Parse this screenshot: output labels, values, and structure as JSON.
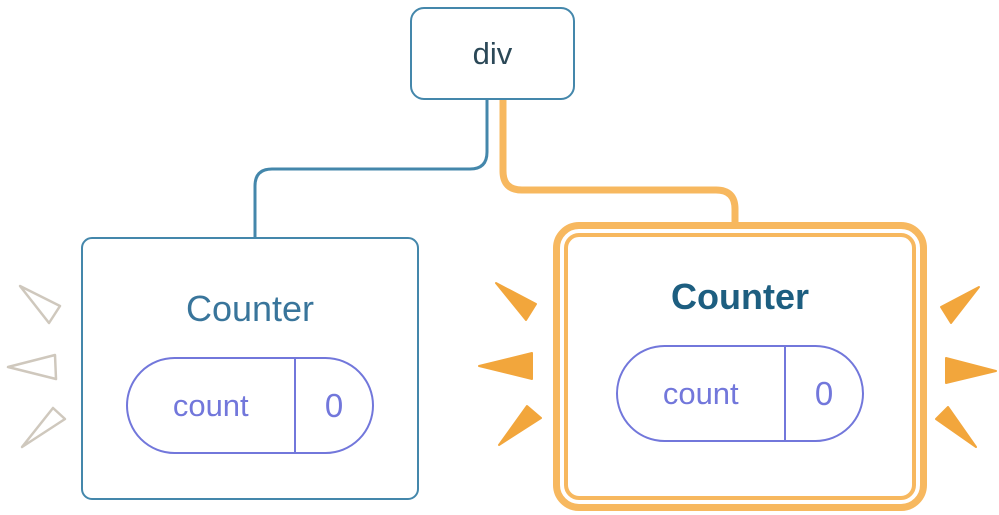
{
  "diagram": {
    "root": {
      "label": "div"
    },
    "counters": [
      {
        "title": "Counter",
        "highlighted": false,
        "state": {
          "key": "count",
          "value": "0"
        }
      },
      {
        "title": "Counter",
        "highlighted": true,
        "state": {
          "key": "count",
          "value": "0"
        }
      }
    ]
  },
  "colors": {
    "blue": "#4487AB",
    "blueText": "#39759B",
    "blueTextBold": "#1D5E80",
    "textDark": "#2B4857",
    "purple": "#7277DB",
    "orange": "#F7B85F",
    "orangeDeep": "#F2A63C",
    "sparkGray": "#CFC8BD"
  }
}
